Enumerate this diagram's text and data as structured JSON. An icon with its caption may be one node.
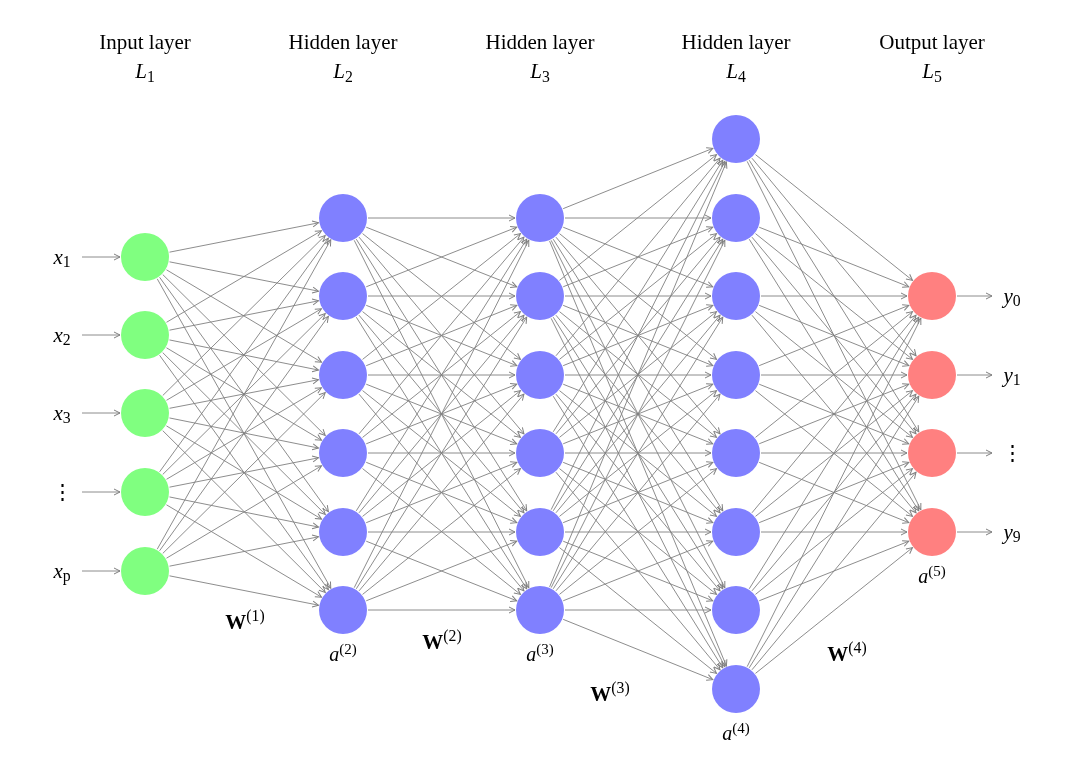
{
  "diagram": {
    "nodes": [
      {
        "text": [
          "*x*$_{1}$"
        ]
      },
      {
        "text": [
          "*x*$_{2}$"
        ]
      },
      {
        "text": [
          "*x*$_{3}$"
        ]
      },
      {
        "text": [
          "⋮"
        ]
      },
      {
        "text": [
          "*x*$_{p}$"
        ]
      },
      {
        "text": [],
        "shape": "circle"
      },
      {
        "text": [],
        "shape": "circle"
      },
      {
        "text": [],
        "shape": "circle"
      },
      {
        "text": [],
        "shape": "circle"
      },
      {
        "text": [],
        "shape": "circle"
      },
      {
        "text": [],
        "shape": "circle"
      },
      {
        "text": [],
        "shape": "circle"
      },
      {
        "text": [],
        "shape": "circle"
      },
      {
        "text": [],
        "shape": "circle"
      },
      {
        "text": [],
        "shape": "circle"
      },
      {
        "text": [],
        "shape": "circle",
        "beside": [
          "*a*$^{(2)}$"
        ]
      },
      {
        "text": [],
        "shape": "circle"
      },
      {
        "text": [],
        "shape": "circle"
      },
      {
        "text": [],
        "shape": "circle"
      },
      {
        "text": [],
        "shape": "circle"
      },
      {
        "text": [],
        "shape": "circle"
      },
      {
        "text": [],
        "shape": "circle",
        "beside": [
          "*a*$^{(3)}$"
        ]
      },
      {
        "text": [],
        "shape": "circle"
      },
      {
        "text": [],
        "shape": "circle"
      },
      {
        "text": [],
        "shape": "circle"
      },
      {
        "text": [],
        "shape": "circle"
      },
      {
        "text": [],
        "shape": "circle"
      },
      {
        "text": [],
        "shape": "circle"
      },
      {
        "text": [],
        "shape": "circle"
      },
      {
        "text": [],
        "shape": "circle",
        "beside": [
          "*a*$^{(4)}$"
        ]
      },
      {
        "text": [],
        "shape": "circle"
      },
      {
        "text": [],
        "shape": "circle"
      },
      {
        "text": [],
        "shape": "circle"
      },
      {
        "text": [],
        "shape": "circle",
        "beside": [
          "*a*$^{(5)}$"
        ]
      },
      {
        "text": [
          "*y*$_{0}$"
        ]
      },
      {
        "text": [
          "*y*$_{1}$"
        ]
      },
      {
        "text": [
          "⋮"
        ]
      },
      {
        "text": [
          "*y*$_{9}$"
        ]
      }
    ],
    "edges": [
      {
        "from": 0,
        "to": 5,
        "arrow": "to"
      },
      {
        "from": 1,
        "to": 6,
        "arrow": "to"
      },
      {
        "from": 2,
        "to": 7,
        "arrow": "to"
      },
      {
        "from": 3,
        "to": 8,
        "arrow": "to"
      },
      {
        "from": 4,
        "to": 9,
        "arrow": "to"
      },
      {
        "from": 5,
        "to": 10,
        "arrow": "to"
      },
      {
        "from": 5,
        "to": 11,
        "arrow": "to"
      },
      {
        "from": 5,
        "to": 12,
        "arrow": "to"
      },
      {
        "from": 5,
        "to": 13,
        "arrow": "to"
      },
      {
        "from": 5,
        "to": 14,
        "arrow": "to"
      },
      {
        "from": 5,
        "to": 15,
        "arrow": "to"
      },
      {
        "from": 6,
        "to": 10,
        "arrow": "to"
      },
      {
        "from": 6,
        "to": 11,
        "arrow": "to"
      },
      {
        "from": 6,
        "to": 12,
        "arrow": "to"
      },
      {
        "from": 6,
        "to": 13,
        "arrow": "to"
      },
      {
        "from": 6,
        "to": 14,
        "arrow": "to"
      },
      {
        "from": 6,
        "to": 15,
        "arrow": "to"
      },
      {
        "from": 7,
        "to": 10,
        "arrow": "to"
      },
      {
        "from": 7,
        "to": 11,
        "arrow": "to"
      },
      {
        "from": 7,
        "to": 12,
        "arrow": "to"
      },
      {
        "from": 7,
        "to": 13,
        "arrow": "to"
      },
      {
        "from": 7,
        "to": 14,
        "arrow": "to"
      },
      {
        "from": 7,
        "to": 15,
        "arrow": "to"
      },
      {
        "from": 8,
        "to": 10,
        "arrow": "to"
      },
      {
        "from": 8,
        "to": 11,
        "arrow": "to"
      },
      {
        "from": 8,
        "to": 12,
        "arrow": "to"
      },
      {
        "from": 8,
        "to": 13,
        "arrow": "to"
      },
      {
        "from": 8,
        "to": 14,
        "arrow": "to"
      },
      {
        "from": 8,
        "to": 15,
        "arrow": "to"
      },
      {
        "from": 9,
        "to": 10,
        "arrow": "to"
      },
      {
        "from": 9,
        "to": 11,
        "arrow": "to"
      },
      {
        "from": 9,
        "to": 12,
        "arrow": "to"
      },
      {
        "from": 9,
        "to": 13,
        "arrow": "to"
      },
      {
        "from": 9,
        "to": 14,
        "arrow": "to"
      },
      {
        "from": 9,
        "to": 15,
        "arrow": "to"
      },
      {
        "from": 10,
        "to": 16,
        "arrow": "to"
      },
      {
        "from": 10,
        "to": 17,
        "arrow": "to"
      },
      {
        "from": 10,
        "to": 18,
        "arrow": "to"
      },
      {
        "from": 10,
        "to": 19,
        "arrow": "to"
      },
      {
        "from": 10,
        "to": 20,
        "arrow": "to"
      },
      {
        "from": 10,
        "to": 21,
        "arrow": "to"
      },
      {
        "from": 11,
        "to": 16,
        "arrow": "to"
      },
      {
        "from": 11,
        "to": 17,
        "arrow": "to"
      },
      {
        "from": 11,
        "to": 18,
        "arrow": "to"
      },
      {
        "from": 11,
        "to": 19,
        "arrow": "to"
      },
      {
        "from": 11,
        "to": 20,
        "arrow": "to"
      },
      {
        "from": 11,
        "to": 21,
        "arrow": "to"
      },
      {
        "from": 12,
        "to": 16,
        "arrow": "to"
      },
      {
        "from": 12,
        "to": 17,
        "arrow": "to"
      },
      {
        "from": 12,
        "to": 18,
        "arrow": "to"
      },
      {
        "from": 12,
        "to": 19,
        "arrow": "to"
      },
      {
        "from": 12,
        "to": 20,
        "arrow": "to"
      },
      {
        "from": 12,
        "to": 21,
        "arrow": "to"
      },
      {
        "from": 13,
        "to": 16,
        "arrow": "to"
      },
      {
        "from": 13,
        "to": 17,
        "arrow": "to"
      },
      {
        "from": 13,
        "to": 18,
        "arrow": "to"
      },
      {
        "from": 13,
        "to": 19,
        "arrow": "to"
      },
      {
        "from": 13,
        "to": 20,
        "arrow": "to"
      },
      {
        "from": 13,
        "to": 21,
        "arrow": "to"
      },
      {
        "from": 14,
        "to": 16,
        "arrow": "to"
      },
      {
        "from": 14,
        "to": 17,
        "arrow": "to"
      },
      {
        "from": 14,
        "to": 18,
        "arrow": "to"
      },
      {
        "from": 14,
        "to": 19,
        "arrow": "to"
      },
      {
        "from": 14,
        "to": 20,
        "arrow": "to"
      },
      {
        "from": 14,
        "to": 21,
        "arrow": "to"
      },
      {
        "from": 15,
        "to": 16,
        "arrow": "to"
      },
      {
        "from": 15,
        "to": 17,
        "arrow": "to"
      },
      {
        "from": 15,
        "to": 18,
        "arrow": "to"
      },
      {
        "from": 15,
        "to": 19,
        "arrow": "to"
      },
      {
        "from": 15,
        "to": 20,
        "arrow": "to"
      },
      {
        "from": 15,
        "to": 21,
        "arrow": "to"
      },
      {
        "from": 16,
        "to": 22,
        "arrow": "to"
      },
      {
        "from": 16,
        "to": 23,
        "arrow": "to"
      },
      {
        "from": 16,
        "to": 24,
        "arrow": "to"
      },
      {
        "from": 16,
        "to": 25,
        "arrow": "to"
      },
      {
        "from": 16,
        "to": 26,
        "arrow": "to"
      },
      {
        "from": 16,
        "to": 27,
        "arrow": "to"
      },
      {
        "from": 16,
        "to": 28,
        "arrow": "to"
      },
      {
        "from": 16,
        "to": 29,
        "arrow": "to"
      },
      {
        "from": 17,
        "to": 22,
        "arrow": "to"
      },
      {
        "from": 17,
        "to": 23,
        "arrow": "to"
      },
      {
        "from": 17,
        "to": 24,
        "arrow": "to"
      },
      {
        "from": 17,
        "to": 25,
        "arrow": "to"
      },
      {
        "from": 17,
        "to": 26,
        "arrow": "to"
      },
      {
        "from": 17,
        "to": 27,
        "arrow": "to"
      },
      {
        "from": 17,
        "to": 28,
        "arrow": "to"
      },
      {
        "from": 17,
        "to": 29,
        "arrow": "to"
      },
      {
        "from": 18,
        "to": 22,
        "arrow": "to"
      },
      {
        "from": 18,
        "to": 23,
        "arrow": "to"
      },
      {
        "from": 18,
        "to": 24,
        "arrow": "to"
      },
      {
        "from": 18,
        "to": 25,
        "arrow": "to"
      },
      {
        "from": 18,
        "to": 26,
        "arrow": "to"
      },
      {
        "from": 18,
        "to": 27,
        "arrow": "to"
      },
      {
        "from": 18,
        "to": 28,
        "arrow": "to"
      },
      {
        "from": 18,
        "to": 29,
        "arrow": "to"
      },
      {
        "from": 19,
        "to": 22,
        "arrow": "to"
      },
      {
        "from": 19,
        "to": 23,
        "arrow": "to"
      },
      {
        "from": 19,
        "to": 24,
        "arrow": "to"
      },
      {
        "from": 19,
        "to": 25,
        "arrow": "to"
      },
      {
        "from": 19,
        "to": 26,
        "arrow": "to"
      },
      {
        "from": 19,
        "to": 27,
        "arrow": "to"
      },
      {
        "from": 19,
        "to": 28,
        "arrow": "to"
      },
      {
        "from": 19,
        "to": 29,
        "arrow": "to"
      },
      {
        "from": 20,
        "to": 22,
        "arrow": "to"
      },
      {
        "from": 20,
        "to": 23,
        "arrow": "to"
      },
      {
        "from": 20,
        "to": 24,
        "arrow": "to"
      },
      {
        "from": 20,
        "to": 25,
        "arrow": "to"
      },
      {
        "from": 20,
        "to": 26,
        "arrow": "to"
      },
      {
        "from": 20,
        "to": 27,
        "arrow": "to"
      },
      {
        "from": 20,
        "to": 28,
        "arrow": "to"
      },
      {
        "from": 20,
        "to": 29,
        "arrow": "to"
      },
      {
        "from": 21,
        "to": 22,
        "arrow": "to"
      },
      {
        "from": 21,
        "to": 23,
        "arrow": "to"
      },
      {
        "from": 21,
        "to": 24,
        "arrow": "to"
      },
      {
        "from": 21,
        "to": 25,
        "arrow": "to"
      },
      {
        "from": 21,
        "to": 26,
        "arrow": "to"
      },
      {
        "from": 21,
        "to": 27,
        "arrow": "to"
      },
      {
        "from": 21,
        "to": 28,
        "arrow": "to"
      },
      {
        "from": 21,
        "to": 29,
        "arrow": "to"
      },
      {
        "from": 22,
        "to": 30,
        "arrow": "to"
      },
      {
        "from": 22,
        "to": 31,
        "arrow": "to"
      },
      {
        "from": 22,
        "to": 32,
        "arrow": "to"
      },
      {
        "from": 22,
        "to": 33,
        "arrow": "to"
      },
      {
        "from": 23,
        "to": 30,
        "arrow": "to"
      },
      {
        "from": 23,
        "to": 31,
        "arrow": "to"
      },
      {
        "from": 23,
        "to": 32,
        "arrow": "to"
      },
      {
        "from": 23,
        "to": 33,
        "arrow": "to"
      },
      {
        "from": 24,
        "to": 30,
        "arrow": "to"
      },
      {
        "from": 24,
        "to": 31,
        "arrow": "to"
      },
      {
        "from": 24,
        "to": 32,
        "arrow": "to"
      },
      {
        "from": 24,
        "to": 33,
        "arrow": "to"
      },
      {
        "from": 25,
        "to": 30,
        "arrow": "to"
      },
      {
        "from": 25,
        "to": 31,
        "arrow": "to"
      },
      {
        "from": 25,
        "to": 32,
        "arrow": "to"
      },
      {
        "from": 25,
        "to": 33,
        "arrow": "to"
      },
      {
        "from": 26,
        "to": 30,
        "arrow": "to"
      },
      {
        "from": 26,
        "to": 31,
        "arrow": "to"
      },
      {
        "from": 26,
        "to": 32,
        "arrow": "to"
      },
      {
        "from": 26,
        "to": 33,
        "arrow": "to"
      },
      {
        "from": 27,
        "to": 30,
        "arrow": "to"
      },
      {
        "from": 27,
        "to": 31,
        "arrow": "to"
      },
      {
        "from": 27,
        "to": 32,
        "arrow": "to"
      },
      {
        "from": 27,
        "to": 33,
        "arrow": "to"
      },
      {
        "from": 28,
        "to": 30,
        "arrow": "to"
      },
      {
        "from": 28,
        "to": 31,
        "arrow": "to"
      },
      {
        "from": 28,
        "to": 32,
        "arrow": "to"
      },
      {
        "from": 28,
        "to": 33,
        "arrow": "to"
      },
      {
        "from": 29,
        "to": 30,
        "arrow": "to"
      },
      {
        "from": 29,
        "to": 31,
        "arrow": "to"
      },
      {
        "from": 29,
        "to": 32,
        "arrow": "to"
      },
      {
        "from": 29,
        "to": 33,
        "arrow": "to"
      },
      {
        "from": 30,
        "to": 34,
        "arrow": "to"
      },
      {
        "from": 31,
        "to": 35,
        "arrow": "to"
      },
      {
        "from": 32,
        "to": 36,
        "arrow": "to"
      },
      {
        "from": 33,
        "to": 37,
        "arrow": "to"
      }
    ],
    "labels": [
      "Input layer *L*$_{1}$",
      "Hidden layer *L*$_{2}$",
      "Hidden layer *L*$_{3}$",
      "Hidden layer *L*$_{4}$",
      "Output layer *L*$_{5}$",
      "**W**$^{(1)}$",
      "**W**$^{(2)}$",
      "**W**$^{(3)}$",
      "**W**$^{(4)}$"
    ]
  }
}
